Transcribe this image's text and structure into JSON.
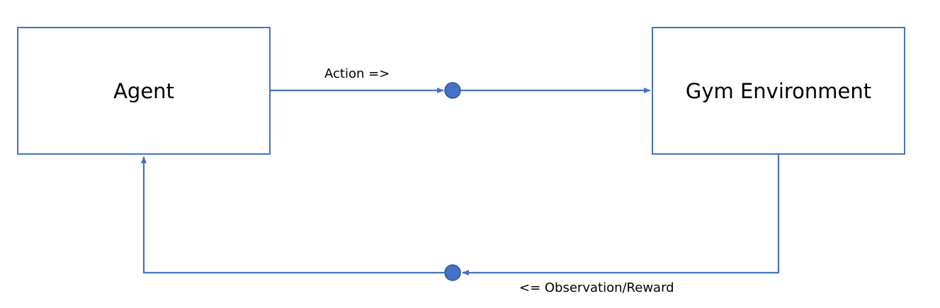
{
  "nodes": {
    "agent": {
      "label": "Agent"
    },
    "environment": {
      "label": "Gym Environment"
    }
  },
  "edges": {
    "action": {
      "label": "Action =>"
    },
    "observation": {
      "label": "<= Observation/Reward"
    }
  },
  "colors": {
    "stroke": "#4472c4",
    "junction_fill": "#4472c4",
    "text": "#000000"
  }
}
